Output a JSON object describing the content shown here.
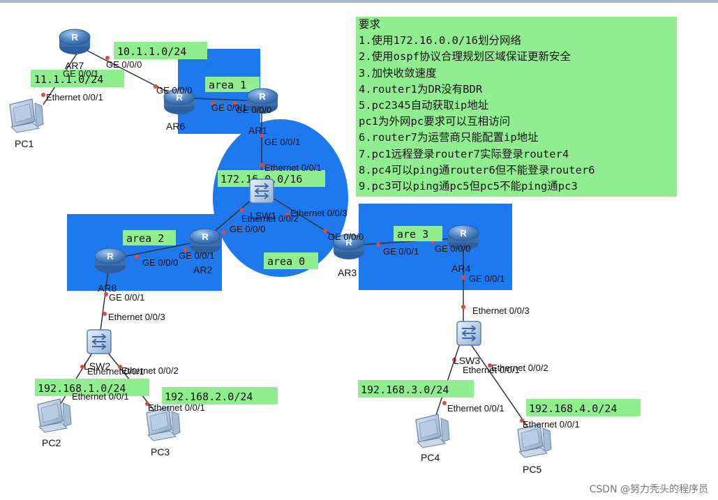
{
  "requirements": {
    "title": "要求",
    "items": [
      "1.使用172.16.0.0/16划分网络",
      "2.使用ospf协议合理规划区域保证更新安全",
      "3.加快收敛速度",
      "4.router1为DR没有BDR",
      "5.pc2345自动获取ip地址",
      "pc1为外网pc要求可以互相访问",
      "6.router7为运营商只能配置ip地址",
      "7.pc1远程登录router7实际登录router4",
      "8.pc4可以ping通router6但不能登录router6",
      "9.pc3可以ping通pc5但pc5不能ping通pc3"
    ]
  },
  "areas": {
    "area1": "area 1",
    "area2": "area 2",
    "area0": "area 0",
    "area3": "are 3"
  },
  "subnets": {
    "ar7_ar6": "10.1.1.0/24",
    "pc1_ar7": "11.1.1.0/24",
    "backbone": "172.16.0.0/16",
    "pc2": "192.168.1.0/24",
    "pc3": "192.168.2.0/24",
    "pc4": "192.168.3.0/24",
    "pc5": "192.168.4.0/24"
  },
  "devices": {
    "ar7": "AR7",
    "ar6": "AR6",
    "ar1": "AR1",
    "ar2": "AR2",
    "ar3": "AR3",
    "ar4": "AR4",
    "ar8": "AR8",
    "lsw1": "LSW1",
    "lsw2": "LSW2",
    "lsw3": "LSW3",
    "pc1": "PC1",
    "pc2": "PC2",
    "pc3": "PC3",
    "pc4": "PC4",
    "pc5": "PC5"
  },
  "ports": {
    "ar7_ge000": "GE 0/0/0",
    "ar7_ge001": "GE 0/0/1",
    "pc1_eth": "Ethernet 0/0/1",
    "ar6_ge000": "GE 0/0/0",
    "ar6_ge001": "GE 0/0/1",
    "ar1_ge000": "GE 0/0/0",
    "ar1_ge001": "GE 0/0/1",
    "lsw1_eth1": "Ethernet 0/0/1",
    "lsw1_eth2": "Ethernet 0/0/2",
    "lsw1_eth3": "Ethernet 0/0/3",
    "ar2_ge000": "GE 0/0/0",
    "ar2_ge001": "GE 0/0/1",
    "ar8_ge000": "GE 0/0/0",
    "ar8_ge001": "GE 0/0/1",
    "ar3_ge000": "GE 0/0/0",
    "ar3_ge001": "GE 0/0/1",
    "ar4_ge000": "GE 0/0/0",
    "ar4_ge001": "GE 0/0/1",
    "lsw2_eth3": "Ethernet 0/0/3",
    "lsw2_eth1": "Ethernet 0/0/1",
    "lsw2_eth2": "Ethernet 0/0/2",
    "pc2_eth": "Ethernet 0/0/1",
    "pc3_eth": "Ethernet 0/0/1",
    "lsw3_eth3": "Ethernet 0/0/3",
    "lsw3_eth1": "Ethernet 0/0/1",
    "lsw3_eth2": "Ethernet 0/0/2",
    "pc4_eth": "Ethernet 0/0/1",
    "pc5_eth": "Ethernet 0/0/1"
  },
  "watermark": "CSDN @努力秃头的程序员",
  "colors": {
    "area_fill": "#1e78ee",
    "label_bg": "#90ee90",
    "link": "#333333",
    "port_dot": "#e8453c",
    "router_body": "#4a7fc0"
  }
}
